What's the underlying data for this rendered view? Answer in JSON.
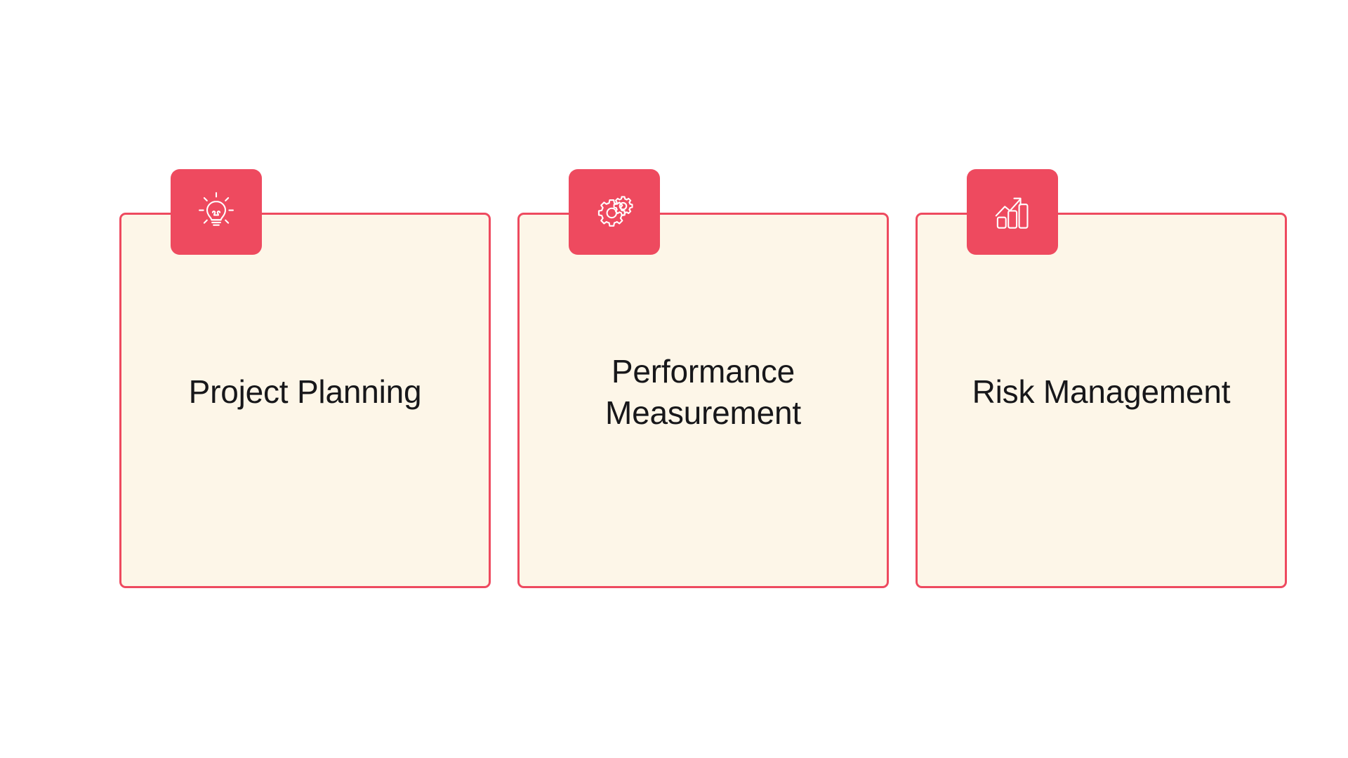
{
  "page": {
    "background_color": "#FFFFFF",
    "layout": "three-column-feature-cards"
  },
  "theme": {
    "accent_color": "#EE4A5F",
    "card_fill_color": "#FDF6E8",
    "card_border_color": "#EE4A5F",
    "title_text_color": "#17171A",
    "icon_color": "#FFFFFF"
  },
  "cards": [
    {
      "id": "project-planning",
      "title": "Project Planning",
      "title_line_1": "Project",
      "title_line_2": "Planning",
      "icon_name": "lightbulb-icon",
      "icon_label": "idea lightbulb"
    },
    {
      "id": "performance-measurement",
      "title": "Performance Measurement",
      "title_line_1": "Performance",
      "title_line_2": "Measurement",
      "icon_name": "gears-icon",
      "icon_label": "two interlocking gears"
    },
    {
      "id": "risk-management",
      "title": "Risk Management",
      "title_line_1": "Risk",
      "title_line_2": "Management",
      "icon_name": "growth-chart-icon",
      "icon_label": "bar chart with rising arrow"
    }
  ]
}
